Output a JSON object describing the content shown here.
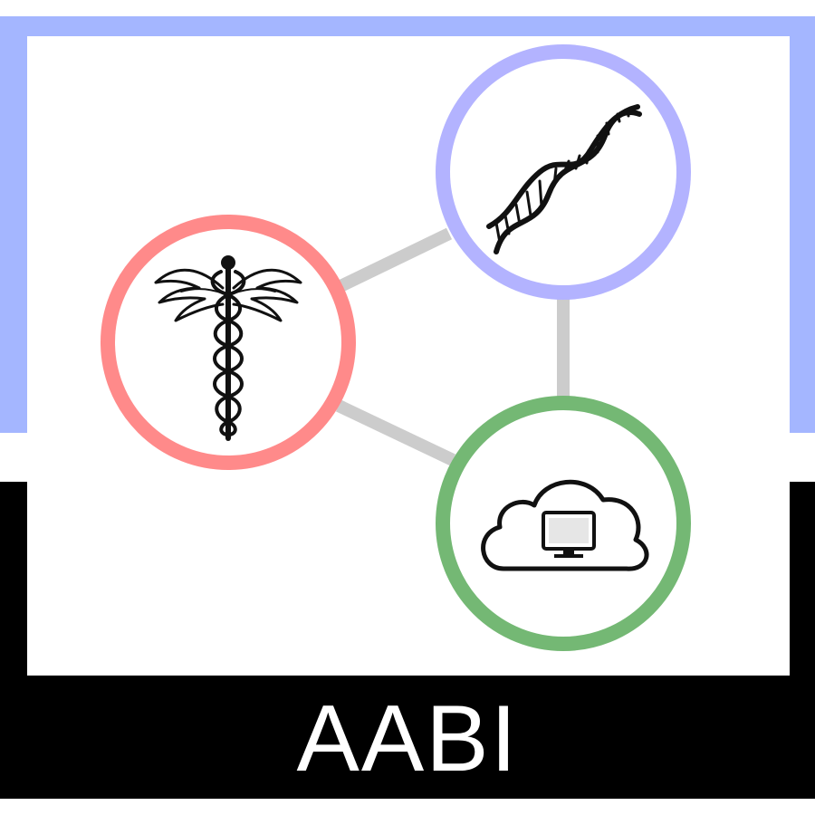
{
  "logo": {
    "wordmark": "AABI",
    "nodes": [
      {
        "name": "medicine",
        "icon": "caduceus-icon",
        "ring_color": "#ff8a8a"
      },
      {
        "name": "biology",
        "icon": "dna-helix-icon",
        "ring_color": "#b3b3ff"
      },
      {
        "name": "computing",
        "icon": "cloud-computer-icon",
        "ring_color": "#74b874"
      }
    ],
    "colors": {
      "frame_top": "#a4b6ff",
      "frame_bottom": "#000000",
      "connector": "#cccccc",
      "wordmark_text": "#ffffff",
      "icon_ink": "#111111"
    }
  }
}
